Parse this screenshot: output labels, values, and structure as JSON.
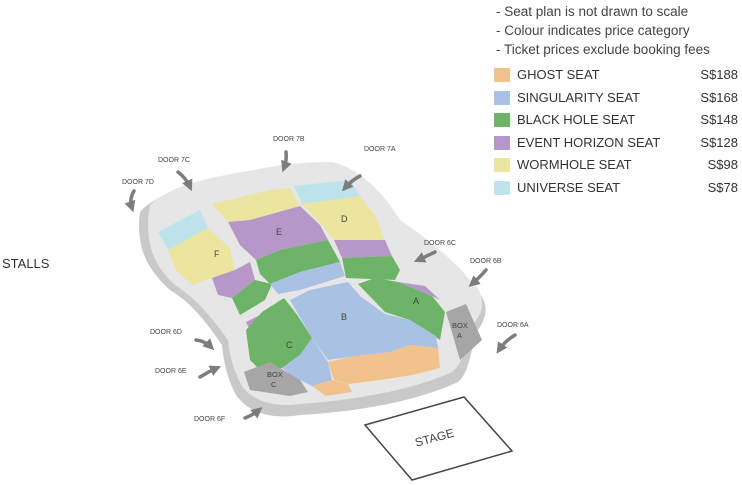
{
  "notes": [
    "- Seat plan is not drawn to scale",
    "- Colour indicates price category",
    "- Ticket prices exclude booking fees"
  ],
  "legend": [
    {
      "name": "GHOST SEAT",
      "price": "S$188",
      "color": "#f2c28c"
    },
    {
      "name": "SINGULARITY SEAT",
      "price": "S$168",
      "color": "#a9c1e3"
    },
    {
      "name": "BLACK HOLE SEAT",
      "price": "S$148",
      "color": "#6db468"
    },
    {
      "name": "EVENT HORIZON SEAT",
      "price": "S$128",
      "color": "#b797c8"
    },
    {
      "name": "WORMHOLE SEAT",
      "price": "S$98",
      "color": "#ece5a0"
    },
    {
      "name": "UNIVERSE SEAT",
      "price": "S$78",
      "color": "#bfe3ea"
    }
  ],
  "stalls_label": "STALLS",
  "stage_label": "STAGE",
  "doors": {
    "d7a": "DOOR 7A",
    "d7b": "DOOR 7B",
    "d7c": "DOOR 7C",
    "d7d": "DOOR 7D",
    "d6a": "DOOR 6A",
    "d6b": "DOOR 6B",
    "d6c": "DOOR 6C",
    "d6d": "DOOR 6D",
    "d6e": "DOOR 6E",
    "d6f": "DOOR 6F"
  },
  "sections": {
    "a": "A",
    "b": "B",
    "c": "C",
    "d": "D",
    "e": "E",
    "f": "F",
    "box_a": [
      "BOX",
      "A"
    ],
    "box_c": [
      "BOX",
      "C"
    ]
  },
  "colors": {
    "floor": "#e6e6e6",
    "floor_edge": "#c9c9c9",
    "box": "#a6a6a6",
    "arrow": "#7d7d7d",
    "stage_stroke": "#444444"
  }
}
